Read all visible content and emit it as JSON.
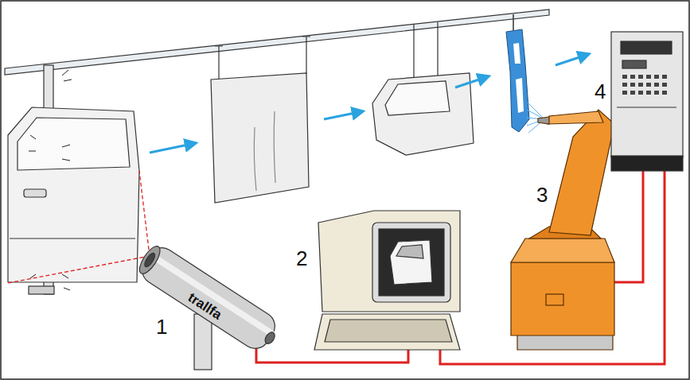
{
  "diagram": {
    "labels": [
      "4",
      "3",
      "2",
      "trallfa",
      "1"
    ]
  }
}
